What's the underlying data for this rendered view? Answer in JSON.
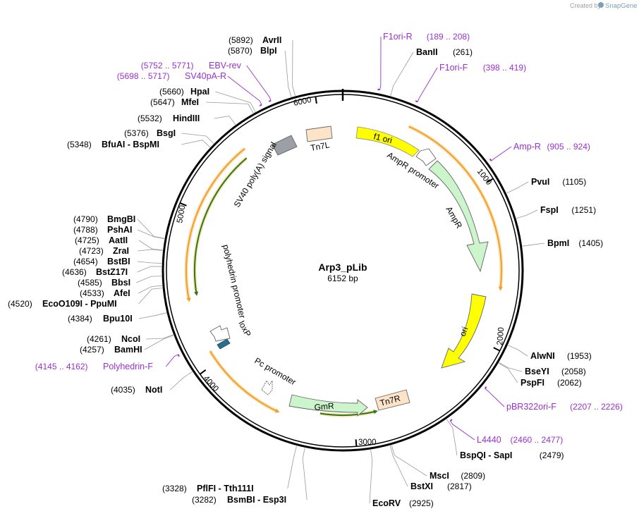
{
  "badge": {
    "prefix": "Created by",
    "brand": "SnapGene"
  },
  "map": {
    "name": "Arp3_pLib",
    "size": "6152 bp",
    "length": 6152
  },
  "ticks": [
    {
      "bp": 1000,
      "label": "1000"
    },
    {
      "bp": 2000,
      "label": "2000"
    },
    {
      "bp": 3000,
      "label": "3000"
    },
    {
      "bp": 4000,
      "label": "4000"
    },
    {
      "bp": 5000,
      "label": "5000"
    },
    {
      "bp": 6000,
      "label": "6000"
    }
  ],
  "features": [
    {
      "id": "f1-ori",
      "label": "f1 ori",
      "type": "rep_origin",
      "color": "#ffff00"
    },
    {
      "id": "ampr-promoter",
      "label": "AmpR promoter",
      "type": "promoter",
      "color": "#ffffff"
    },
    {
      "id": "ampr",
      "label": "AmpR",
      "type": "cds",
      "color": "#ccf5cc"
    },
    {
      "id": "ori",
      "label": "ori",
      "type": "rep_origin",
      "color": "#ffff00"
    },
    {
      "id": "tn7r",
      "label": "Tn7R",
      "type": "misc",
      "color": "#fde3c8"
    },
    {
      "id": "gmr",
      "label": "GmR",
      "type": "cds",
      "color": "#ccf5cc"
    },
    {
      "id": "pc-promoter",
      "label": "Pc promoter",
      "type": "promoter",
      "color": "#ffffff"
    },
    {
      "id": "loxp",
      "label": "loxP",
      "type": "protein_bind",
      "color": "#2b6e8a"
    },
    {
      "id": "polyhedrin-promoter",
      "label": "polyhedrin promoter",
      "type": "promoter",
      "color": "#ffffff"
    },
    {
      "id": "sv40-polya",
      "label": "SV40 poly(A) signal",
      "type": "polyA",
      "color": "#9aa0a6"
    },
    {
      "id": "tn7l",
      "label": "Tn7L",
      "type": "misc",
      "color": "#fde3c8"
    }
  ],
  "sites": [
    {
      "name": "AvrII",
      "pos": "(5892)",
      "bp": 5892
    },
    {
      "name": "BlpI",
      "pos": "(5870)",
      "bp": 5870
    },
    {
      "name": "HpaI",
      "pos": "(5660)",
      "bp": 5660
    },
    {
      "name": "MfeI",
      "pos": "(5647)",
      "bp": 5647
    },
    {
      "name": "HindIII",
      "pos": "(5532)",
      "bp": 5532
    },
    {
      "name": "BsgI",
      "pos": "(5376)",
      "bp": 5376
    },
    {
      "name": "BfuAI  - BspMI",
      "pos": "(5348)",
      "bp": 5348
    },
    {
      "name": "BmgBI",
      "pos": "(4790)",
      "bp": 4790
    },
    {
      "name": "PshAI",
      "pos": "(4788)",
      "bp": 4788
    },
    {
      "name": "AatII",
      "pos": "(4725)",
      "bp": 4725
    },
    {
      "name": "ZraI",
      "pos": "(4723)",
      "bp": 4723
    },
    {
      "name": "BstBI",
      "pos": "(4654)",
      "bp": 4654
    },
    {
      "name": "BstZ17I",
      "pos": "(4636)",
      "bp": 4636
    },
    {
      "name": "BbsI",
      "pos": "(4585)",
      "bp": 4585
    },
    {
      "name": "AfeI",
      "pos": "(4533)",
      "bp": 4533
    },
    {
      "name": "EcoO109I  - PpuMI",
      "pos": "(4520)",
      "bp": 4520
    },
    {
      "name": "Bpu10I",
      "pos": "(4384)",
      "bp": 4384
    },
    {
      "name": "NcoI",
      "pos": "(4261)",
      "bp": 4261
    },
    {
      "name": "BamHI",
      "pos": "(4257)",
      "bp": 4257
    },
    {
      "name": "NotI",
      "pos": "(4035)",
      "bp": 4035
    },
    {
      "name": "PflFI  - Tth111I",
      "pos": "(3328)",
      "bp": 3328
    },
    {
      "name": "BsmBI  - Esp3I",
      "pos": "(3282)",
      "bp": 3282
    },
    {
      "name": "EcoRV",
      "pos": "(2925)",
      "bp": 2925
    },
    {
      "name": "BstXI",
      "pos": "(2817)",
      "bp": 2817
    },
    {
      "name": "MscI",
      "pos": "(2809)",
      "bp": 2809
    },
    {
      "name": "BspQI  - SapI",
      "pos": "(2479)",
      "bp": 2479
    },
    {
      "name": "PspFI",
      "pos": "(2062)",
      "bp": 2062
    },
    {
      "name": "BseYI",
      "pos": "(2058)",
      "bp": 2058
    },
    {
      "name": "AlwNI",
      "pos": "(1953)",
      "bp": 1953
    },
    {
      "name": "BpmI",
      "pos": "(1405)",
      "bp": 1405
    },
    {
      "name": "FspI",
      "pos": "(1251)",
      "bp": 1251
    },
    {
      "name": "PvuI",
      "pos": "(1105)",
      "bp": 1105
    },
    {
      "name": "BanII",
      "pos": "(261)",
      "bp": 261
    }
  ],
  "primers": [
    {
      "name": "F1ori-R",
      "range": "(189 .. 208)",
      "bp": 198
    },
    {
      "name": "F1ori-F",
      "range": "(398 .. 419)",
      "bp": 408
    },
    {
      "name": "Amp-R",
      "range": "(905 .. 924)",
      "bp": 914
    },
    {
      "name": "pBR322ori-F",
      "range": "(2207 .. 2226)",
      "bp": 2216
    },
    {
      "name": "L4440",
      "range": "(2460 .. 2477)",
      "bp": 2468
    },
    {
      "name": "Polyhedrin-F",
      "range": "(4145 .. 4162)",
      "bp": 4153
    },
    {
      "name": "SV40pA-R",
      "range": "(5698 .. 5717)",
      "bp": 5707
    },
    {
      "name": "EBV-rev",
      "range": "(5752 .. 5771)",
      "bp": 5761
    }
  ],
  "colors": {
    "primer": "#9b30d0",
    "orf_arc": "#f0a030",
    "orf_arc_inner": "#2b7a1a",
    "ring": "#000000"
  }
}
